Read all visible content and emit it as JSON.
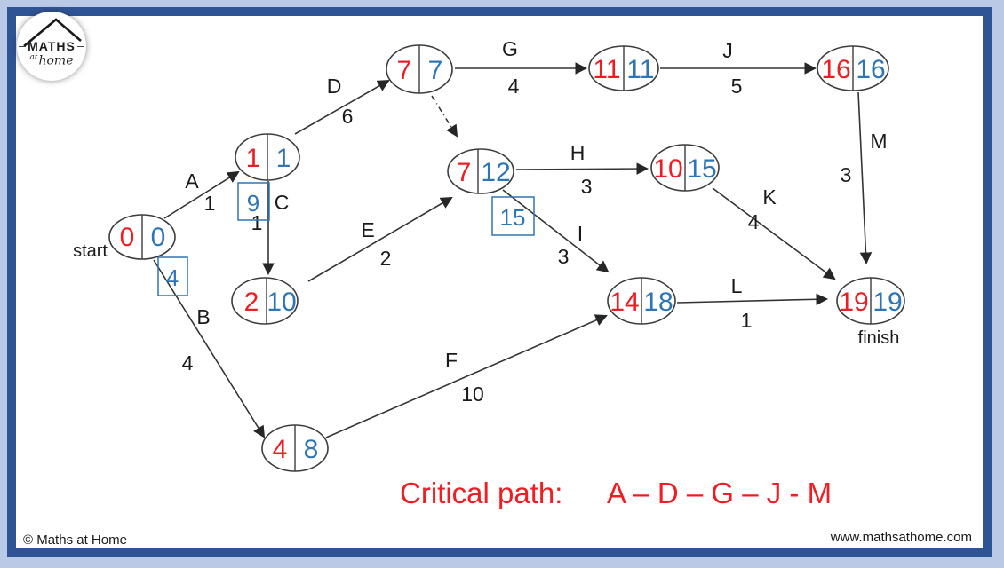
{
  "logo": {
    "title": "MATHS",
    "at": "at",
    "home": "home"
  },
  "footer": {
    "left": "© Maths at Home",
    "right": "www.mathsathome.com"
  },
  "caption": {
    "label": "Critical path:",
    "value": "A – D – G – J - M"
  },
  "colors": {
    "early": "#ee1c23",
    "late": "#2e75b6",
    "frame": "#2f5496",
    "page_bg": "#b9c9e6",
    "float_box": "#2e75b6"
  },
  "diagram": {
    "start_label": "start",
    "finish_label": "finish",
    "nodes": [
      {
        "early": "0",
        "late": "0"
      },
      {
        "early": "1",
        "late": "1"
      },
      {
        "early": "2",
        "late": "10"
      },
      {
        "early": "7",
        "late": "7"
      },
      {
        "early": "11",
        "late": "11"
      },
      {
        "early": "16",
        "late": "16"
      },
      {
        "early": "7",
        "late": "12"
      },
      {
        "early": "10",
        "late": "15"
      },
      {
        "early": "14",
        "late": "18"
      },
      {
        "early": "19",
        "late": "19"
      },
      {
        "early": "4",
        "late": "8"
      }
    ],
    "edges": [
      {
        "name": "A",
        "duration": "1"
      },
      {
        "name": "B",
        "duration": "4"
      },
      {
        "name": "C",
        "duration": "1"
      },
      {
        "name": "D",
        "duration": "6"
      },
      {
        "name": "E",
        "duration": "2"
      },
      {
        "name": "F",
        "duration": "10"
      },
      {
        "name": "G",
        "duration": "4"
      },
      {
        "name": "H",
        "duration": "3"
      },
      {
        "name": "I",
        "duration": "3"
      },
      {
        "name": "J",
        "duration": "5"
      },
      {
        "name": "K",
        "duration": "4"
      },
      {
        "name": "L",
        "duration": "1"
      },
      {
        "name": "M",
        "duration": "3"
      }
    ],
    "floats": [
      {
        "value": "4"
      },
      {
        "value": "9"
      },
      {
        "value": "15"
      }
    ]
  }
}
